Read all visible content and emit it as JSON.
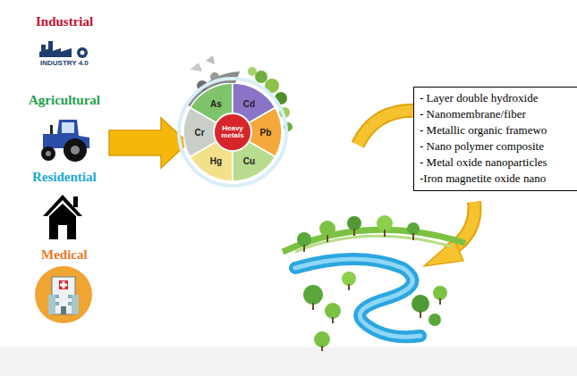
{
  "diagram": {
    "nodes": [
      {
        "text": [
          "As"
        ]
      },
      {
        "text": [
          "Cd"
        ]
      },
      {
        "text": [
          "Pb"
        ]
      },
      {
        "text": [
          "Cu"
        ]
      },
      {
        "text": [
          "Hg"
        ]
      },
      {
        "text": [
          "Cr"
        ]
      },
      {
        "text": [
          "Heavy metals"
        ]
      },
      {
        "text": [
          "- Layer double hydroxide",
          "- Nanomembrane/fiber",
          "- Metallic organic framewo",
          "- Nano polymer composite",
          "- Metal oxide nanoparticles",
          "-Iron magnetite oxide nano"
        ]
      }
    ],
    "labels": [
      "Industrial",
      "INDUSTRY 4.0",
      "Agricultural",
      "Residential",
      "Medical"
    ]
  }
}
